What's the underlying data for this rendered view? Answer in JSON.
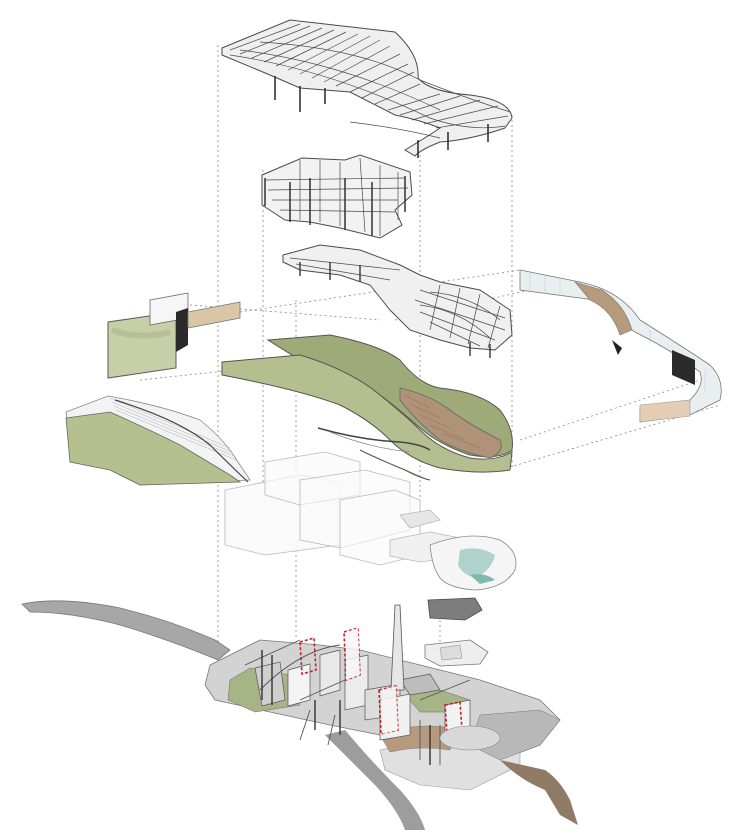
{
  "diagram": {
    "kind": "exploded axonometric",
    "colors": {
      "background": "#ffffff",
      "structure": "#4a4a4a",
      "green_roof": "#8e9c6b",
      "green_roof_light": "#b6c08f",
      "timber": "#b59a78",
      "stone": "#d8c6b0",
      "glass": "#dde6ea",
      "site": "#a7a7a7",
      "road": "#9d9d9d",
      "highlight": "#c0242b",
      "water": "#9ec9c3",
      "leader": "#777777"
    },
    "layers": [
      "roof-steel-structure",
      "upper-floor-frame",
      "lower-floor-frame",
      "left-facade-panel",
      "green-roof-surfaces",
      "curved-glass-facade",
      "left-green-wall",
      "translucent-building-volumes",
      "pool-terrace",
      "slab-pieces",
      "industrial-site-base"
    ]
  }
}
